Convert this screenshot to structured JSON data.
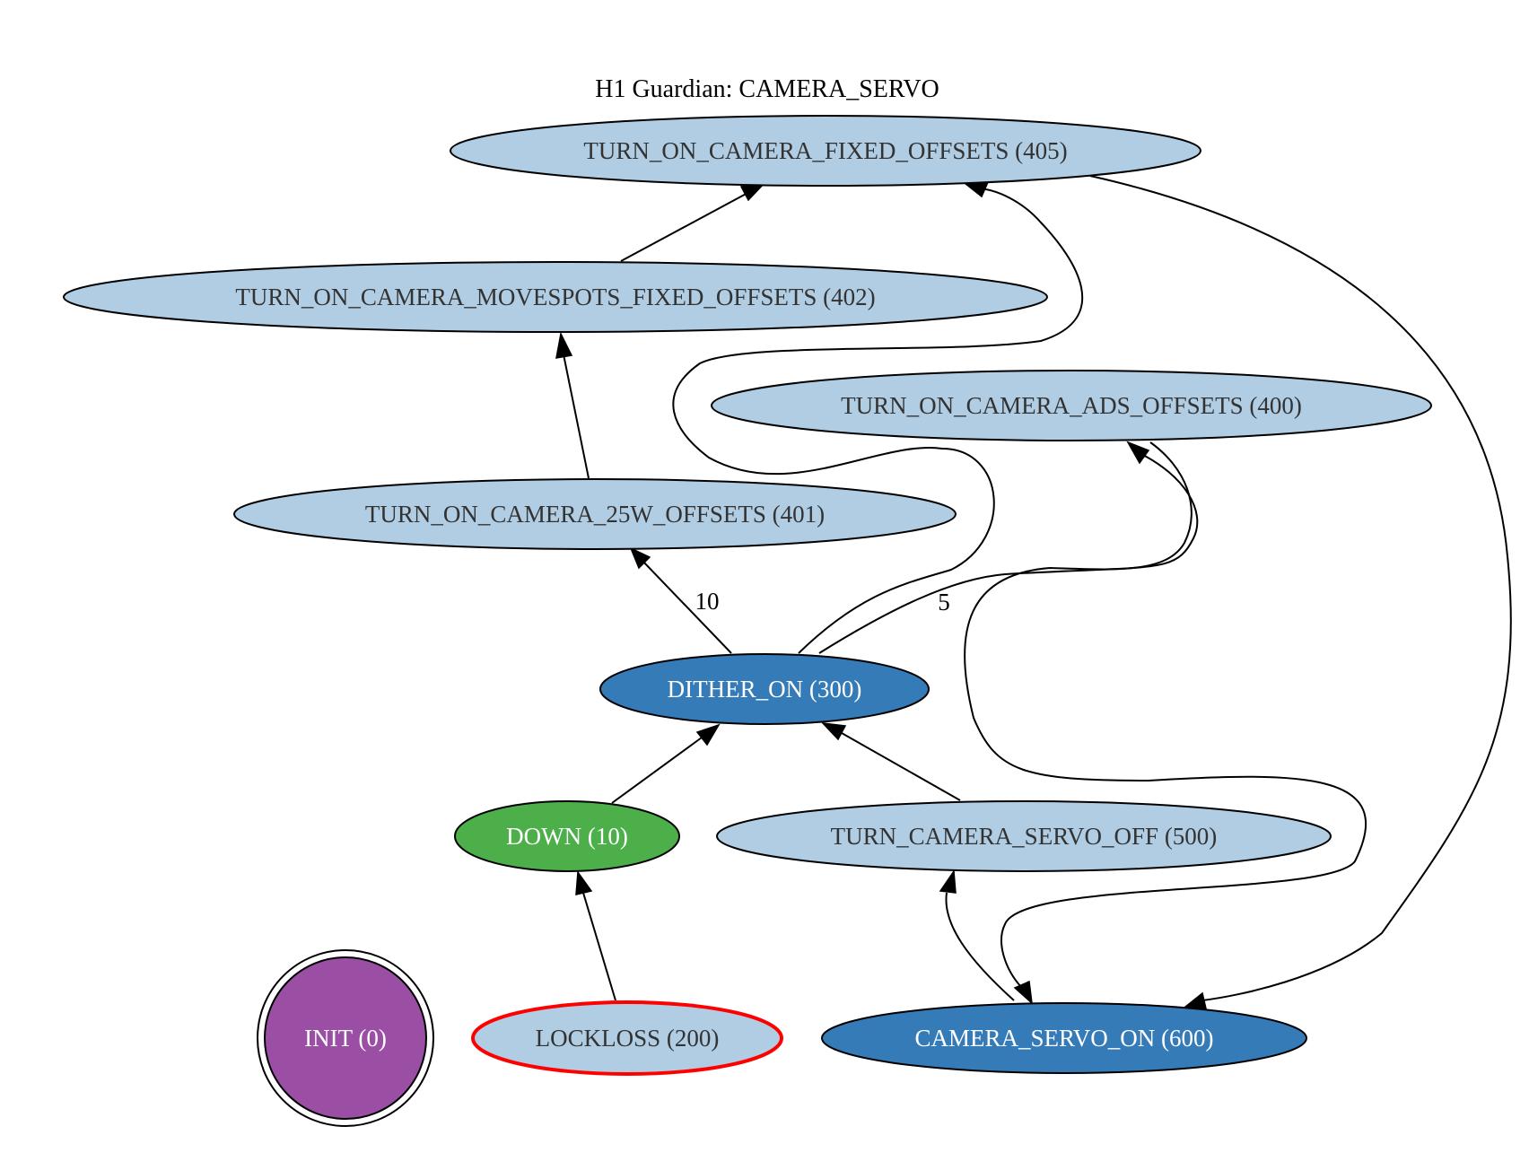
{
  "title": "H1 Guardian: CAMERA_SERVO",
  "colors": {
    "light_node": "#b0cde3",
    "dark_node": "#357bb8",
    "down_node": "#4caf4a",
    "init_node": "#9a4fa4",
    "lockloss_border": "#ff0000",
    "light_text": "#333333",
    "dark_text": "#ffffff"
  },
  "nodes": {
    "n405": {
      "label": "TURN_ON_CAMERA_FIXED_OFFSETS (405)"
    },
    "n402": {
      "label": "TURN_ON_CAMERA_MOVESPOTS_FIXED_OFFSETS (402)"
    },
    "n400": {
      "label": "TURN_ON_CAMERA_ADS_OFFSETS (400)"
    },
    "n401": {
      "label": "TURN_ON_CAMERA_25W_OFFSETS (401)"
    },
    "n300": {
      "label": "DITHER_ON (300)"
    },
    "n10": {
      "label": "DOWN (10)"
    },
    "n500": {
      "label": "TURN_CAMERA_SERVO_OFF (500)"
    },
    "n0": {
      "label": "INIT (0)"
    },
    "n200": {
      "label": "LOCKLOSS (200)"
    },
    "n600": {
      "label": "CAMERA_SERVO_ON (600)"
    }
  },
  "edge_labels": {
    "dither_to_25w": "10",
    "dither_to_ads": "5"
  }
}
